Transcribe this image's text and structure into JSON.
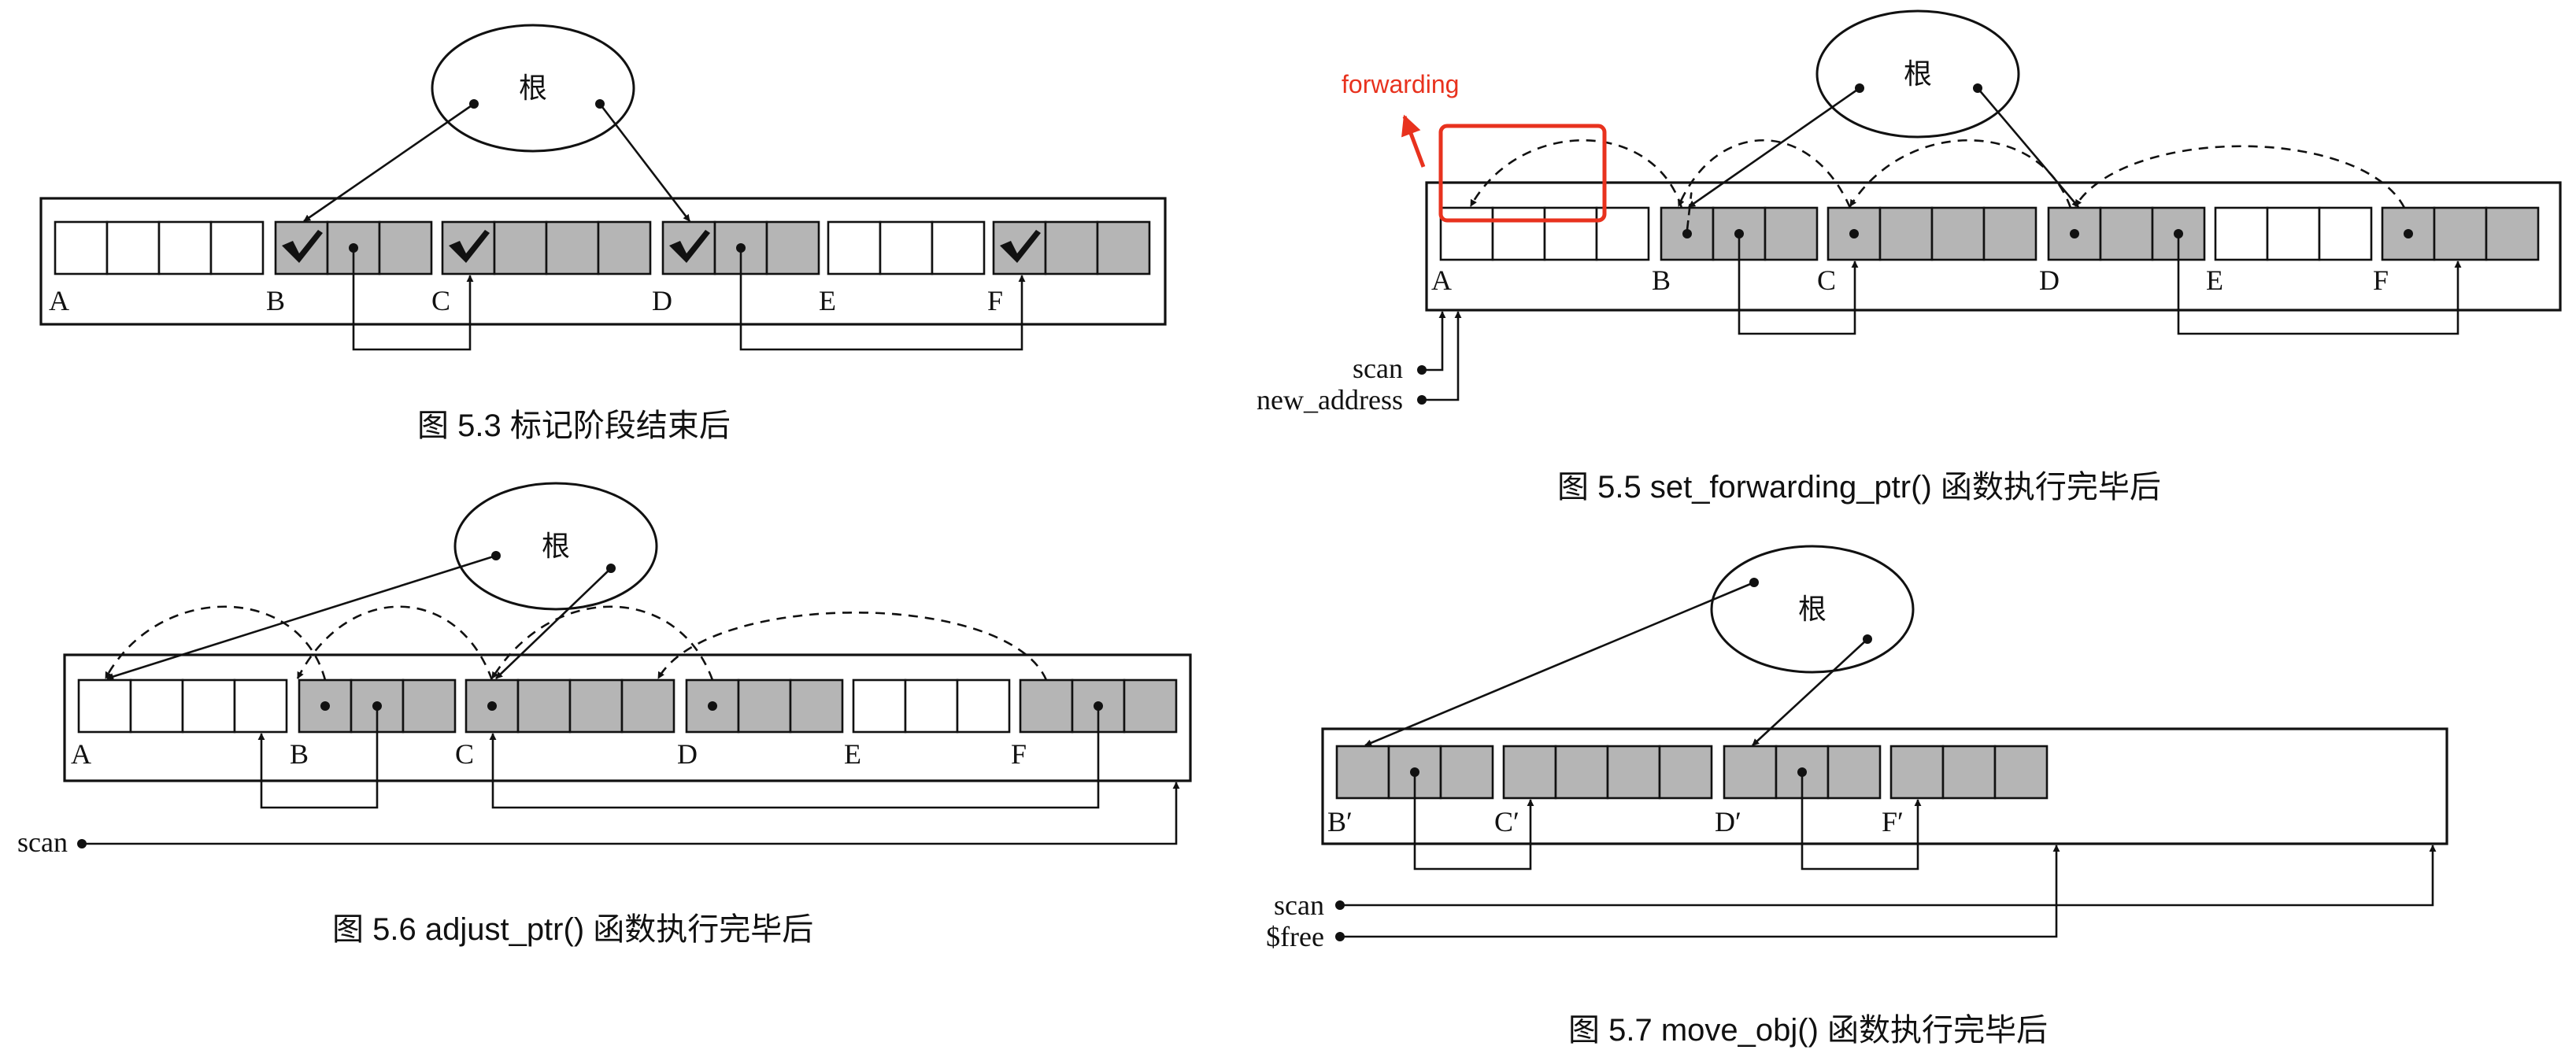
{
  "colors": {
    "shaded": "#b5b5b5",
    "ink": "#111111",
    "highlight": "#e8321e"
  },
  "figures": [
    {
      "id": "fig53",
      "caption": "图 5.3    标记阶段结束后",
      "root_label": "根",
      "labels": [
        "A",
        "B",
        "C",
        "D",
        "E",
        "F"
      ],
      "marked": [
        "B",
        "C",
        "D",
        "F"
      ],
      "pointers_from_root": [
        "B",
        "D"
      ],
      "pointers": [
        [
          "B",
          "C"
        ],
        [
          "D",
          "F"
        ]
      ]
    },
    {
      "id": "fig55",
      "caption": "图 5.5    set_forwarding_ptr() 函数执行完毕后",
      "root_label": "根",
      "labels": [
        "A",
        "B",
        "C",
        "D",
        "E",
        "F"
      ],
      "side_labels": [
        "scan",
        "new_address"
      ],
      "annotation": "forwarding",
      "pointers_from_root": [
        "B",
        "D"
      ],
      "pointers": [
        [
          "B",
          "C"
        ],
        [
          "D",
          "F"
        ]
      ],
      "forwarding": [
        [
          "B",
          "A"
        ],
        [
          "C",
          "B"
        ],
        [
          "D",
          "C"
        ],
        [
          "F",
          "D"
        ]
      ]
    },
    {
      "id": "fig56",
      "caption": "图 5.6    adjust_ptr() 函数执行完毕后",
      "root_label": "根",
      "labels": [
        "A",
        "B",
        "C",
        "D",
        "E",
        "F"
      ],
      "side_labels": [
        "scan"
      ],
      "pointers_from_root": [
        "A",
        "C"
      ],
      "pointers": [
        [
          "B",
          "A"
        ],
        [
          "F",
          "C"
        ]
      ],
      "forwarding": [
        [
          "B",
          "A"
        ],
        [
          "C",
          "B"
        ],
        [
          "D",
          "C"
        ],
        [
          "F",
          "D"
        ]
      ]
    },
    {
      "id": "fig57",
      "caption": "图 5.7    move_obj() 函数执行完毕后",
      "root_label": "根",
      "labels": [
        "B′",
        "C′",
        "D′",
        "F′"
      ],
      "side_labels": [
        "scan",
        "$free"
      ],
      "pointers_from_root": [
        "B′",
        "D′"
      ],
      "pointers": [
        [
          "B′",
          "C′"
        ],
        [
          "D′",
          "F′"
        ]
      ]
    }
  ]
}
